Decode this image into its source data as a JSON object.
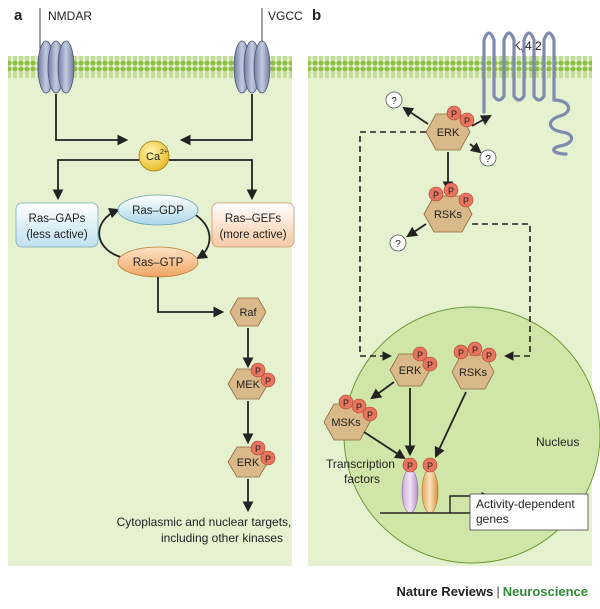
{
  "panel_a": {
    "letter": "a",
    "nmdar": "NMDAR",
    "vgcc": "VGCC",
    "calcium": "Ca",
    "calcium_sup": "2+",
    "ras_gaps": [
      "Ras–GAPs",
      "(less active)"
    ],
    "ras_gefs": [
      "Ras–GEFs",
      "(more active)"
    ],
    "ras_gdp": "Ras–GDP",
    "ras_gtp": "Ras–GTP",
    "raf": "Raf",
    "mek": "MEK",
    "erk": "ERK",
    "targets": [
      "Cytoplasmic and nuclear targets,",
      "including other kinases"
    ]
  },
  "panel_b": {
    "letter": "b",
    "kv42": "K",
    "kv42_sub": "v",
    "kv42_rest": "4.2",
    "erk": "ERK",
    "rsks": "RSKs",
    "msks": "MSKs",
    "question": "?",
    "nucleus": "Nucleus",
    "transcription": [
      "Transcription",
      "factors"
    ],
    "activity": [
      "Activity-dependent",
      "genes"
    ],
    "phospho": "P"
  },
  "footer": {
    "brand": "Nature Reviews",
    "separator": "|",
    "journal": "Neuroscience"
  },
  "colors": {
    "membrane": "#8fbf47",
    "cytoplasm": "#e6f1cf",
    "nucleus": "#d0e6a8",
    "hexagon": "#d9b88a",
    "phospho": "#e8735f",
    "channel": "#8e99b8",
    "gaps_box": "#cfe3ee",
    "gefs_box": "#f6d5b8",
    "calcium": "#f4d23a"
  }
}
